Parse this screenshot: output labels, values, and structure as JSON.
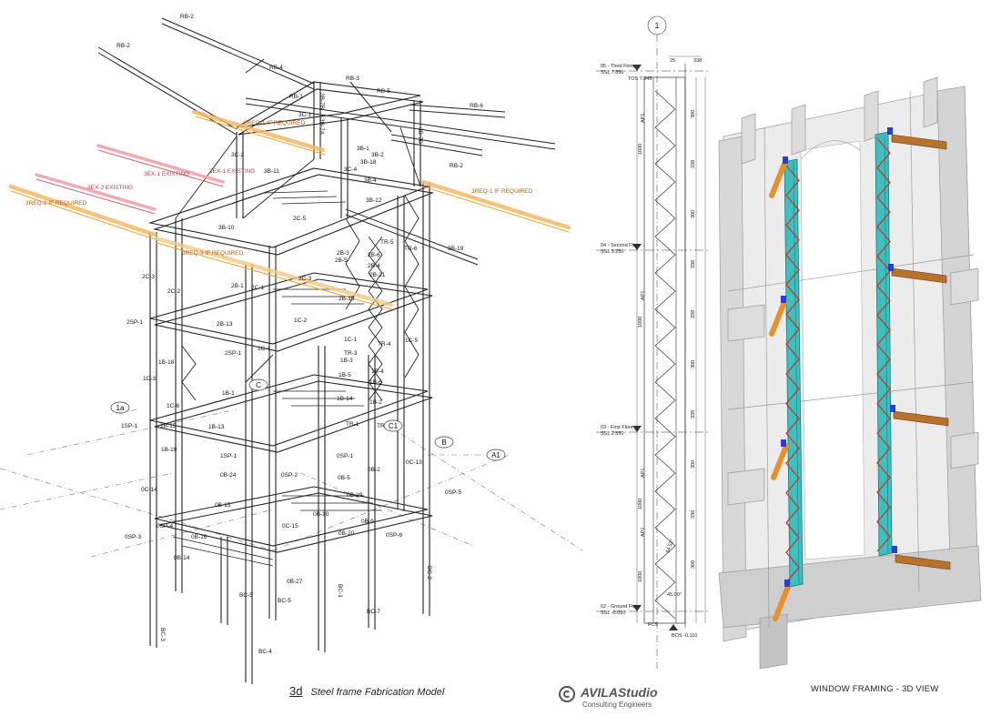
{
  "model": {
    "roof_beams": [
      "RB-2",
      "RB-2",
      "RB-4",
      "RB-3",
      "RB-1",
      "RB-5",
      "RB-6",
      "RB-2"
    ],
    "roof_columns": [
      "3B-7B",
      "3B-7A",
      "3B-7B",
      "3C-1",
      "3C-2"
    ],
    "existing_beams": [
      "3EX-1 EXISTING",
      "3EX-1 EXISTING",
      "3EX-2 EXISTING"
    ],
    "required_beams": [
      "3REQ-1 IF REQUIRED",
      "3REQ-1 IF REQUIRED",
      "3REQ-2 IF REQUIRED",
      "3REQ-3 IF REQUIRED"
    ],
    "third_level": [
      "3B-1",
      "3B-2",
      "3B-18",
      "3B-4",
      "3B-12",
      "3C-4",
      "3B-11",
      "3B-10",
      "3B-19",
      "2C-5",
      "2C-1",
      "2C-2",
      "2C-3",
      "3C-3"
    ],
    "second_level": [
      "2B-3",
      "2B-5",
      "2B-6",
      "2B-4",
      "2B-21",
      "2B-1",
      "2B-13",
      "2B-15",
      "2SP-1",
      "2SP-1",
      "TR-5",
      "TR-6"
    ],
    "first_level": [
      "1B-3",
      "1B-5",
      "1B-4",
      "1B-6",
      "1B-14",
      "1B-2",
      "1B-1",
      "1B-13",
      "1B-18",
      "1B-19",
      "1B-15",
      "1SP-1",
      "1SP-1",
      "1C-1",
      "1C-2",
      "1C-3",
      "1C-4",
      "1C-5",
      "1C-6",
      "TR-3",
      "TR-4",
      "TR-1",
      "TR-2"
    ],
    "ground_level": [
      "0SP-1",
      "0SP-2",
      "0SP-3",
      "0SP-4",
      "0SP-5",
      "0SP-6",
      "0B-2",
      "0B-5",
      "0B-24",
      "0B-29",
      "0B-15",
      "0B-16",
      "0B-9",
      "0B-10",
      "0B-20",
      "0B-14",
      "0B-27",
      "0C-14",
      "0C-15",
      "0C-13"
    ],
    "base_columns": [
      "BC-1",
      "BC-2",
      "BC-3",
      "BC-4",
      "BC-5",
      "BC-5",
      "BC-7"
    ],
    "grid_markers": [
      "1a",
      "B",
      "A1",
      "C1",
      "C"
    ]
  },
  "section": {
    "grid_label": "1",
    "top_dims": [
      "25",
      "338"
    ],
    "floors": [
      {
        "name": "05 - Third Floor",
        "level": "SSL 7.850"
      },
      {
        "name": "04 - Second Floor",
        "level": "SSL 5.250"
      },
      {
        "name": "03 - First Floor",
        "level": "SSL 2.550"
      },
      {
        "name": "02 - Ground Floor",
        "level": "SSL -0.050"
      }
    ],
    "tos": "TOS 7.945",
    "bos": "BOS -0.110",
    "angle_1": "54.52°",
    "angle_2": "45.00°",
    "fcs": "FCS",
    "bay_dims": [
      "1600",
      "1000",
      "1000",
      "1000"
    ],
    "right_dims": [
      "300",
      "338",
      "300",
      "338",
      "338",
      "300",
      "338",
      "300",
      "338",
      "300"
    ],
    "brace_tags": [
      "AP1",
      "AP1",
      "AP1",
      "AP1"
    ]
  },
  "captions": {
    "left_num": "3d",
    "left_title": "Steel frame Fabrication Model",
    "right_title": "WINDOW FRAMING - 3D VIEW"
  },
  "logo": {
    "brand": "AVILAStudio",
    "sub": "Consulting Engineers"
  },
  "colors": {
    "required_beam": "#f5a623",
    "existing_beam": "#e87a8a",
    "mullion": "#36b8b8",
    "brace": "#c23a2a",
    "bracket": "#b8722c",
    "strut": "#e8902a",
    "clip": "#2a3fd0"
  }
}
